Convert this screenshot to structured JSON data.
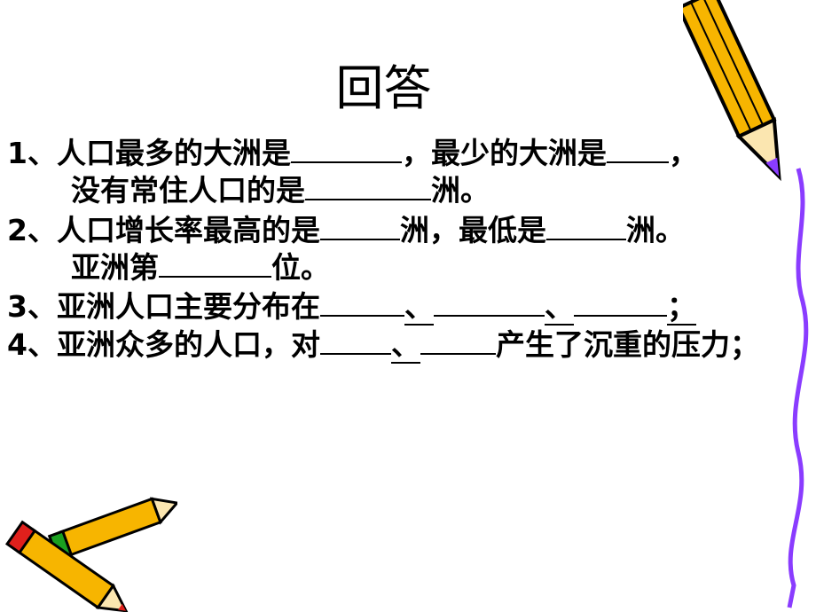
{
  "title": "回答",
  "questions": {
    "q1": {
      "a": "1、人口最多的大洲是",
      "b": "，最少的大洲是",
      "c": "，",
      "d": "没有常住人口的是",
      "e": "洲。"
    },
    "q2": {
      "a": "2、人口增长率最高的是",
      "b": "洲，最低是",
      "c": "洲。",
      "d": "亚洲第",
      "e": "位。"
    },
    "q3": {
      "a": "3、亚洲人口主要分布在",
      "b": "、",
      "c": "、",
      "d": "；"
    },
    "q4": {
      "a": "4、亚洲众多的人口，对",
      "b": "、",
      "c": "产生了沉重的压力；"
    }
  },
  "colors": {
    "pencil_body": "#f7b500",
    "pencil_edge": "#000000",
    "wave": "#8a3cff",
    "eraser_red": "#e0201c",
    "eraser_green": "#1aa020"
  }
}
